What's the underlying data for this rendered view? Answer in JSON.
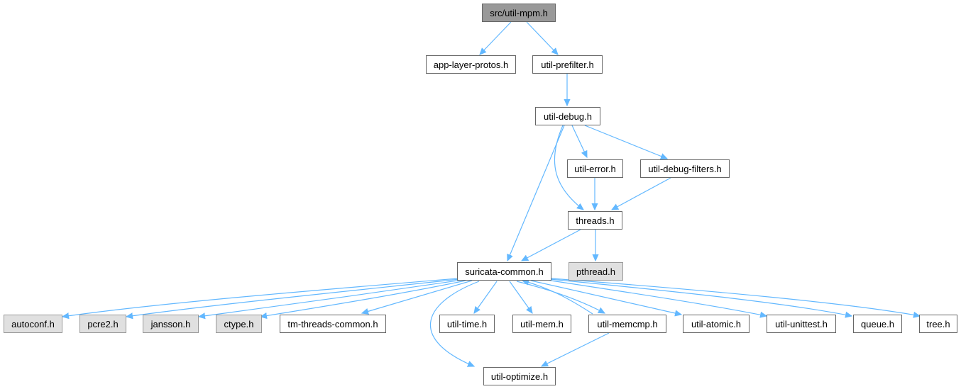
{
  "diagram": {
    "colors": {
      "edge": "#63b8ff",
      "root_fill": "#999999",
      "node_border": "#666666",
      "external_fill": "#e0e0e0",
      "external_border": "#999999"
    },
    "nodes": {
      "src_util_mpm_h": "src/util-mpm.h",
      "app_layer_protos_h": "app-layer-protos.h",
      "util_prefilter_h": "util-prefilter.h",
      "util_debug_h": "util-debug.h",
      "util_error_h": "util-error.h",
      "util_debug_filters_h": "util-debug-filters.h",
      "threads_h": "threads.h",
      "suricata_common_h": "suricata-common.h",
      "pthread_h": "pthread.h",
      "autoconf_h": "autoconf.h",
      "pcre2_h": "pcre2.h",
      "jansson_h": "jansson.h",
      "ctype_h": "ctype.h",
      "tm_threads_common_h": "tm-threads-common.h",
      "util_time_h": "util-time.h",
      "util_mem_h": "util-mem.h",
      "util_memcmp_h": "util-memcmp.h",
      "util_atomic_h": "util-atomic.h",
      "util_unittest_h": "util-unittest.h",
      "queue_h": "queue.h",
      "tree_h": "tree.h",
      "util_optimize_h": "util-optimize.h"
    }
  }
}
